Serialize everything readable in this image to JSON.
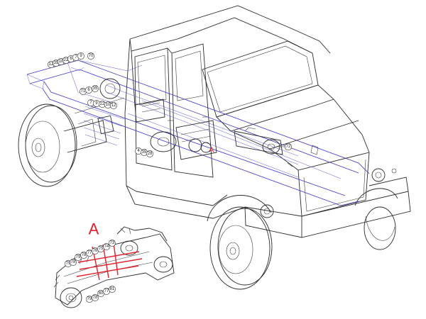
{
  "detail_letter": "A",
  "callout_letter": "A",
  "callouts_upper_row": [
    "12",
    "35",
    "10",
    "22",
    "6",
    "7",
    "9",
    "70"
  ],
  "callouts_mid_left": [
    "71",
    "6",
    "35"
  ],
  "callouts_mid_lower": [
    "7",
    "9",
    "22",
    "10",
    "12"
  ],
  "callouts_front_left": [
    "4",
    "35",
    "28"
  ],
  "callout_right": "72",
  "detail_callouts_top": [
    "79",
    "78",
    "77",
    "76",
    "75",
    "74",
    "73"
  ],
  "detail_callouts_side": [
    "79",
    "78"
  ],
  "detail_callouts_bottom": [
    "79",
    "78",
    "80",
    "77",
    "81"
  ],
  "colors": {
    "line": "#2b2b2b",
    "frame": "#3a37c8",
    "highlight": "#e0202a"
  }
}
